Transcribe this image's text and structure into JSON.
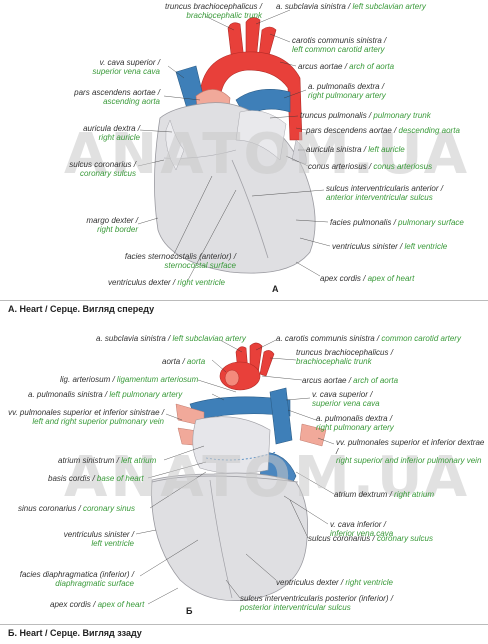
{
  "watermark": "ANATOM.UA",
  "panelA": {
    "letter": "A",
    "caption": "А. Heart / Серце. Вигляд спереду",
    "labels": [
      {
        "la": "truncus brachiocephalicus /",
        "en": "brachiocephalic trunk"
      },
      {
        "la": "a. subclavia sinistra /",
        "en": "left subclavian artery"
      },
      {
        "la": "carotis communis sinistra /",
        "en": "left common carotid artery"
      },
      {
        "la": "v. cava superior /",
        "en": "superior vena cava"
      },
      {
        "la": "arcus aortae /",
        "en": "arch of aorta"
      },
      {
        "la": "pars ascendens aortae /",
        "en": "ascending aorta"
      },
      {
        "la": "a. pulmonalis dextra /",
        "en": "right pulmonary artery"
      },
      {
        "la": "truncus pulmonalis /",
        "en": "pulmonary trunk"
      },
      {
        "la": "auricula dextra /",
        "en": "right auricle"
      },
      {
        "la": "pars descendens aortae /",
        "en": "descending aorta"
      },
      {
        "la": "auricula sinistra /",
        "en": "left auricle"
      },
      {
        "la": "sulcus coronarius /",
        "en": "coronary sulcus"
      },
      {
        "la": "conus arteriosus /",
        "en": "conus arteriosus"
      },
      {
        "la": "sulcus interventricularis anterior /",
        "en": "anterior interventricular sulcus"
      },
      {
        "la": "margo dexter /",
        "en": "right border"
      },
      {
        "la": "facies pulmonalis /",
        "en": "pulmonary surface"
      },
      {
        "la": "ventriculus sinister /",
        "en": "left ventricle"
      },
      {
        "la": "facies sternocostalis (anterior) /",
        "en": "sternocostal surface"
      },
      {
        "la": "apex cordis /",
        "en": "apex of heart"
      },
      {
        "la": "ventriculus dexter /",
        "en": "right ventricle"
      }
    ]
  },
  "panelB": {
    "letter": "Б",
    "caption": "Б. Heart / Серце. Вигляд ззаду",
    "labels": [
      {
        "la": "a. subclavia sinistra /",
        "en": "left subclavian artery"
      },
      {
        "la": "a. carotis communis sinistra /",
        "en": "common carotid artery"
      },
      {
        "la": "aorta /",
        "en": "aorta"
      },
      {
        "la": "truncus brachiocephalicus /",
        "en": "brachiocephalic trunk"
      },
      {
        "la": "lig. arteriosum /",
        "en": "ligamentum arteriosum"
      },
      {
        "la": "arcus aortae /",
        "en": "arch of aorta"
      },
      {
        "la": "a. pulmonalis sinistra /",
        "en": "left pulmonary artery"
      },
      {
        "la": "v. cava superior /",
        "en": "superior vena cava"
      },
      {
        "la": "vv. pulmonales superior et inferior sinistrae /",
        "en": "left and right superior pulmonary vein"
      },
      {
        "la": "a. pulmonalis dextra /",
        "en": "right pulmonary artery"
      },
      {
        "la": "vv. pulmonales superior et inferior dextrae /",
        "en": "right superior and inferior pulmonary vein"
      },
      {
        "la": "atrium sinistrum /",
        "en": "left atrium"
      },
      {
        "la": "basis cordis /",
        "en": "base of heart"
      },
      {
        "la": "atrium dextrum /",
        "en": "right atrium"
      },
      {
        "la": "sinus coronarius /",
        "en": "coronary sinus"
      },
      {
        "la": "v. cava inferior /",
        "en": "inferior vena cava"
      },
      {
        "la": "ventriculus sinister /",
        "en": "left ventricle"
      },
      {
        "la": "sulcus coronarius /",
        "en": "coronary sulcus"
      },
      {
        "la": "facies diaphragmatica (inferior) /",
        "en": "diaphragmatic surface"
      },
      {
        "la": "ventriculus dexter /",
        "en": "right ventricle"
      },
      {
        "la": "apex cordis /",
        "en": "apex of heart"
      },
      {
        "la": "sulcus interventricularis posterior (inferior) /",
        "en": "posterior interventricular sulcus"
      }
    ]
  }
}
